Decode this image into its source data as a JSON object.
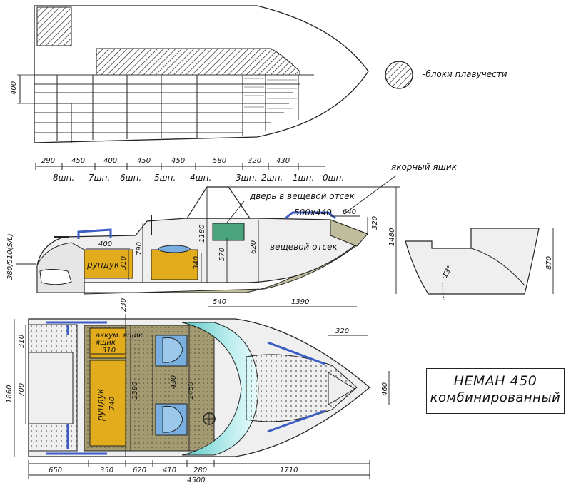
{
  "legend": {
    "buoyancy_label": "-блоки плавучести"
  },
  "title": {
    "line1": "НЕМАН 450",
    "line2": "комбинированный"
  },
  "colors": {
    "deck": "#efefef",
    "hull_bottom": "#bfbd9c",
    "hatch": "#e2ac1c",
    "windshield": "#74cfcf",
    "seat": "#78aee0",
    "floor": "#a39a72",
    "rail": "#3a5cc4"
  },
  "top_view": {
    "dim_height": "400"
  },
  "frames": {
    "spacings": [
      "290",
      "450",
      "400",
      "450",
      "450",
      "580",
      "320",
      "430"
    ],
    "labels": [
      "8шп.",
      "7шп.",
      "6шп.",
      "5шп.",
      "4шп.",
      "3шп.",
      "2шп.",
      "1шп.",
      "0шп."
    ]
  },
  "side_view": {
    "anchor_box_label": "якорный ящик",
    "door_label": "дверь в вещевой отсек",
    "door_size": "500х440",
    "dim_640": "640",
    "dim_320": "320",
    "dim_1480": "1480",
    "dim_1180": "1180",
    "dim_790": "790",
    "dim_310": "310",
    "dim_340": "340",
    "dim_570": "570",
    "dim_620": "620",
    "dim_400": "400",
    "dim_transom": "380/510(S/L)",
    "rundyk": "рундук",
    "stowage_label": "вещевой отсек",
    "dim_540": "540",
    "dim_1390": "1390"
  },
  "section_view": {
    "dim_870": "870",
    "angle": "13°"
  },
  "plan_view": {
    "dim_230": "230",
    "dim_320": "320",
    "dim_310_top": "310",
    "dim_1860": "1860",
    "dim_700": "700",
    "battery_label": "аккум. ящик",
    "dim_310_batt": "310",
    "rundyk": "рундук",
    "dim_740": "740",
    "dim_1390": "1390",
    "dim_430": "430",
    "dim_1450": "1450",
    "dim_460": "460",
    "bottom_dims": [
      "650",
      "350",
      "620",
      "410",
      "280"
    ],
    "dim_1710": "1710",
    "dim_4500": "4500"
  }
}
